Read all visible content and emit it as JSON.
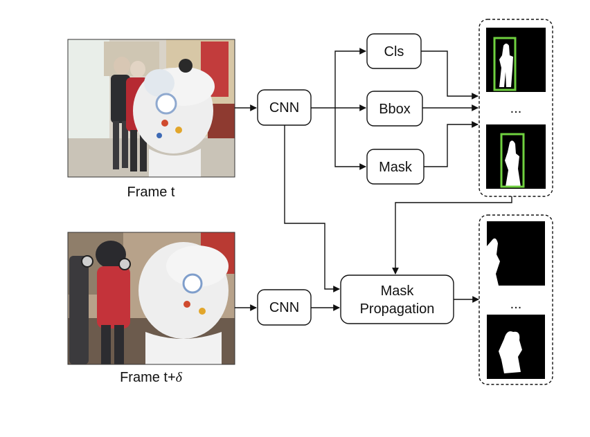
{
  "frames": {
    "top_caption": "Frame t",
    "bottom_caption_prefix": "Frame t+",
    "bottom_caption_symbol": "δ"
  },
  "nodes": {
    "cnn_top": "CNN",
    "cnn_bottom": "CNN",
    "cls": "Cls",
    "bbox": "Bbox",
    "mask": "Mask",
    "propagation_line1": "Mask",
    "propagation_line2": "Propagation"
  },
  "outputs": {
    "top_ellipsis": "...",
    "bottom_ellipsis": "..."
  },
  "colors": {
    "box_highlight": "#6fd13f",
    "stroke": "#111111",
    "mask_bg": "#000000",
    "mask_fg": "#ffffff"
  },
  "icons": [
    "arrow-icon"
  ]
}
